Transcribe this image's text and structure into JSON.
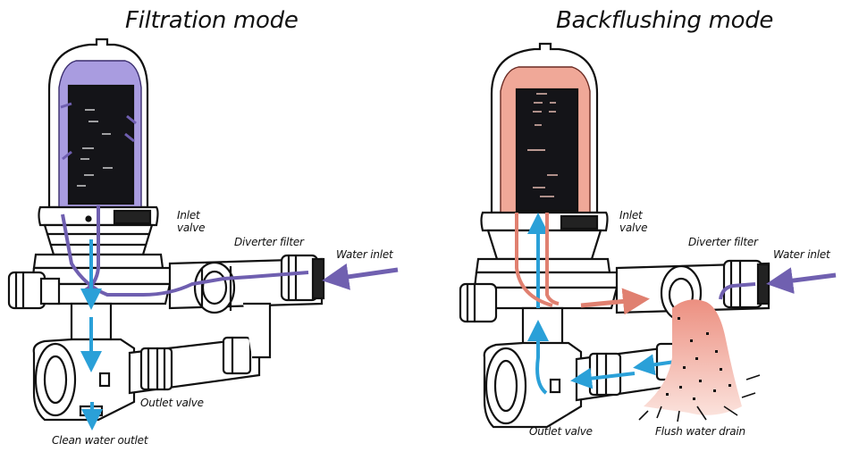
{
  "panels": [
    {
      "id": "filtration",
      "title": "Filtration mode",
      "labels": {
        "inlet_valve_line1": "Inlet",
        "inlet_valve_line2": "valve",
        "diverter_filter": "Diverter filter",
        "water_inlet": "Water inlet",
        "outlet_valve": "Outlet valve",
        "clean_water_outlet": "Clean water outlet"
      },
      "fill_color": "#a99ce0",
      "flow_color": "#6f5fb0"
    },
    {
      "id": "backflushing",
      "title": "Backflushing mode",
      "labels": {
        "inlet_valve_line1": "Inlet",
        "inlet_valve_line2": "valve",
        "diverter_filter": "Diverter filter",
        "water_inlet": "Water inlet",
        "outlet_valve": "Outlet valve",
        "flush_water_drain": "Flush water drain"
      },
      "fill_color": "#f0a898",
      "flow_color": "#e08070"
    }
  ],
  "colors": {
    "clean_flow": "#2aa0d8",
    "inlet_flow": "#7060b0",
    "outline": "#111111"
  }
}
